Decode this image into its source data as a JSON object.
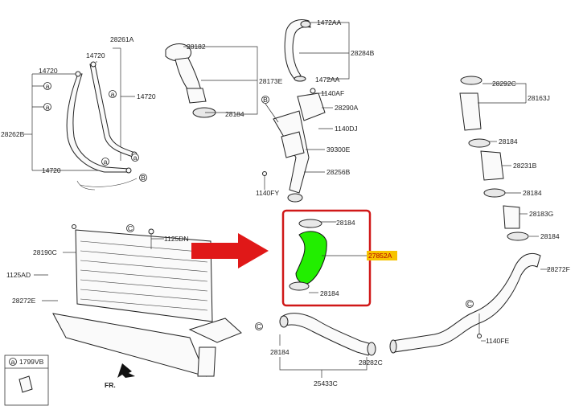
{
  "labels": {
    "l_28261A": "28261A",
    "l_14720_a": "14720",
    "l_14720_b": "14720",
    "l_14720_c": "14720",
    "l_14720_d": "14720",
    "l_28262B": "28262B",
    "l_28182": "28182",
    "l_28173E": "28173E",
    "l_28184_top": "28184",
    "l_1472AA_top": "1472AA",
    "l_28284B": "28284B",
    "l_1472AA_mid": "1472AA",
    "l_1140AF": "1140AF",
    "l_28290A": "28290A",
    "l_1140DJ": "1140DJ",
    "l_39300E": "39300E",
    "l_28256B": "28256B",
    "l_1140FY": "1140FY",
    "l_28292C": "28292C",
    "l_28163J": "28163J",
    "l_28184_r1": "28184",
    "l_28231B": "28231B",
    "l_28184_r2": "28184",
    "l_28183G": "28183G",
    "l_28184_r3": "28184",
    "l_28272F": "28272F",
    "l_1140FE": "1140FE",
    "l_28184_hl_top": "28184",
    "l_27852A": "27852A",
    "l_28184_hl_bot": "28184",
    "l_1125DN": "1125DN",
    "l_28190C": "28190C",
    "l_1125AD": "1125AD",
    "l_28272E": "28272E",
    "l_28184_bot": "28184",
    "l_28282C": "28282C",
    "l_25433C": "25433C",
    "l_1799VB": "1799VB",
    "l_FR": "FR."
  },
  "callouts": {
    "a": "a",
    "b": "B",
    "c": "C"
  },
  "colors": {
    "highlight_part": "#22ee00",
    "highlight_box": "#d01818",
    "arrow": "#e01818",
    "label_highlight": "#f7c300"
  }
}
